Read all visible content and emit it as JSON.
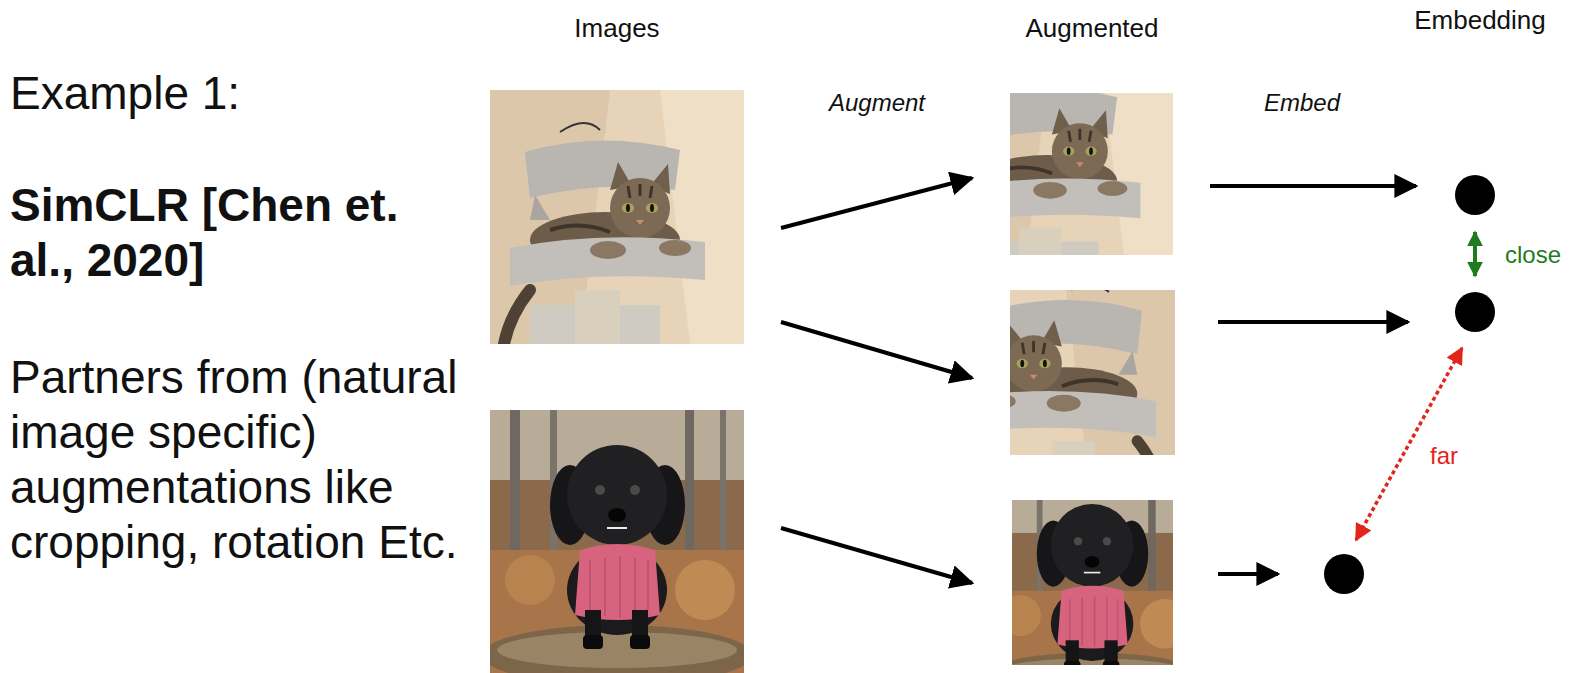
{
  "diagram": {
    "title": "Example 1:",
    "labels": [
      "SimCLR [Chen et. al., 2020]",
      "Partners from (natural image specific) augmentations like cropping, rotation Etc.",
      "Images",
      "Augmented",
      "Embedding",
      "Augment",
      "Embed",
      "close",
      "far"
    ]
  }
}
